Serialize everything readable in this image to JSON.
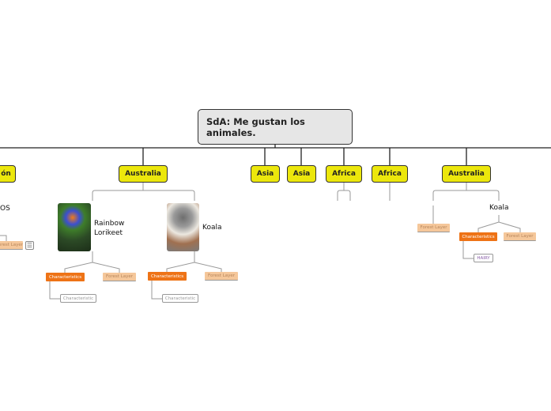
{
  "root": {
    "title": "SdA: Me gustan los animales."
  },
  "topics": [
    "ón",
    "Australia",
    "Asia",
    "Asia",
    "Africa",
    "Africa",
    "Australia"
  ],
  "left_partial": {
    "label": "OS",
    "forest": "Forest Layer"
  },
  "australia1": {
    "lorikeet": {
      "name": "Rainbow Lorikeet",
      "characteristics": "Characteristics",
      "forest": "Forest Layer",
      "characteristic": "Characteristic"
    },
    "koala": {
      "name": "Koala",
      "characteristics": "Characteristics",
      "forest": "Forest Layer",
      "characteristic": "Characteristic"
    }
  },
  "australia2": {
    "forest": "Forest Layer",
    "koala": {
      "name": "Koala",
      "characteristics": "Characteristics",
      "forest": "Forest Layer",
      "trait": "HAIRY"
    }
  },
  "colors": {
    "topic": "#ece70c",
    "characteristics": "#ee7316",
    "forest": "#f5c79a"
  }
}
